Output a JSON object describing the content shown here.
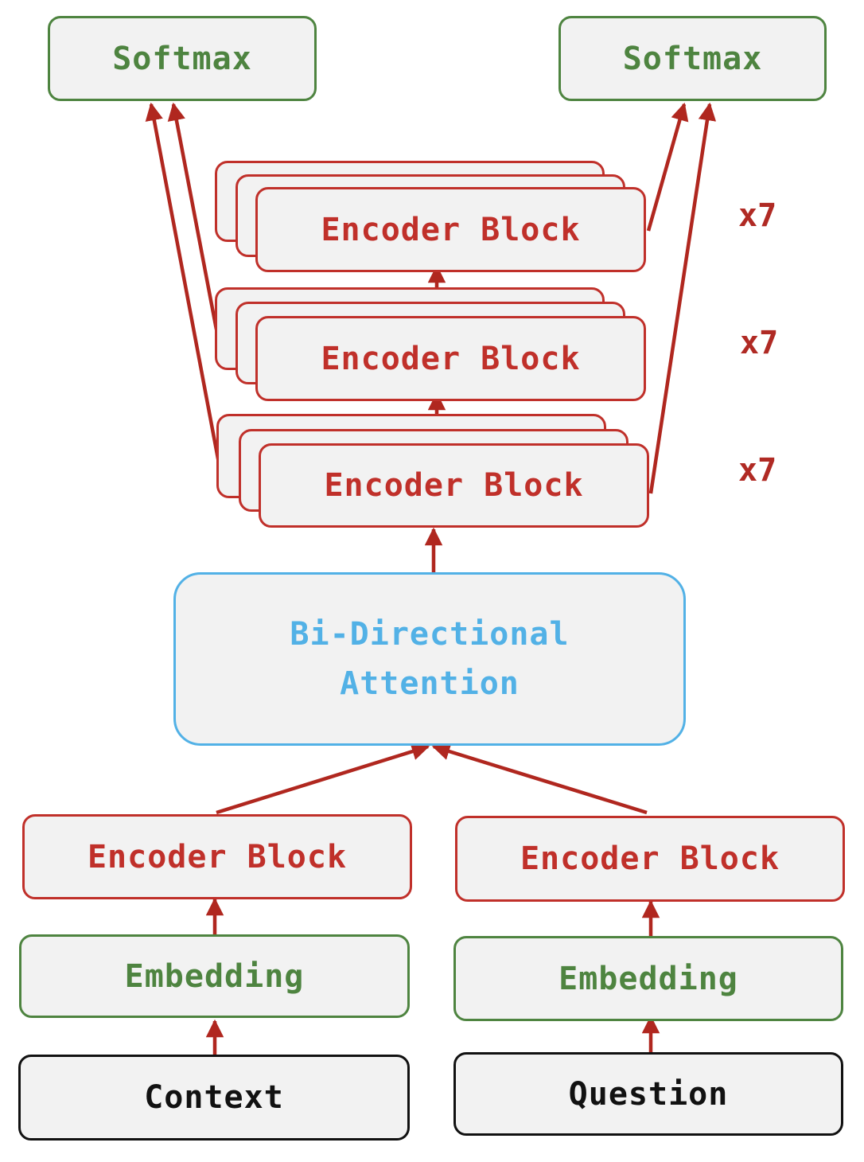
{
  "colors": {
    "arrow": "#b0271f",
    "green": "#4e8440",
    "red": "#c0302a",
    "blue": "#52b1e6",
    "black": "#111111"
  },
  "softmax_left": "Softmax",
  "softmax_right": "Softmax",
  "stacks": [
    {
      "label": "Encoder Block",
      "multiplier": "x7"
    },
    {
      "label": "Encoder Block",
      "multiplier": "x7"
    },
    {
      "label": "Encoder Block",
      "multiplier": "x7"
    }
  ],
  "attention": {
    "line1": "Bi-Directional",
    "line2": "Attention"
  },
  "left_column": {
    "encoder": "Encoder Block",
    "embedding": "Embedding",
    "input": "Context"
  },
  "right_column": {
    "encoder": "Encoder Block",
    "embedding": "Embedding",
    "input": "Question"
  }
}
